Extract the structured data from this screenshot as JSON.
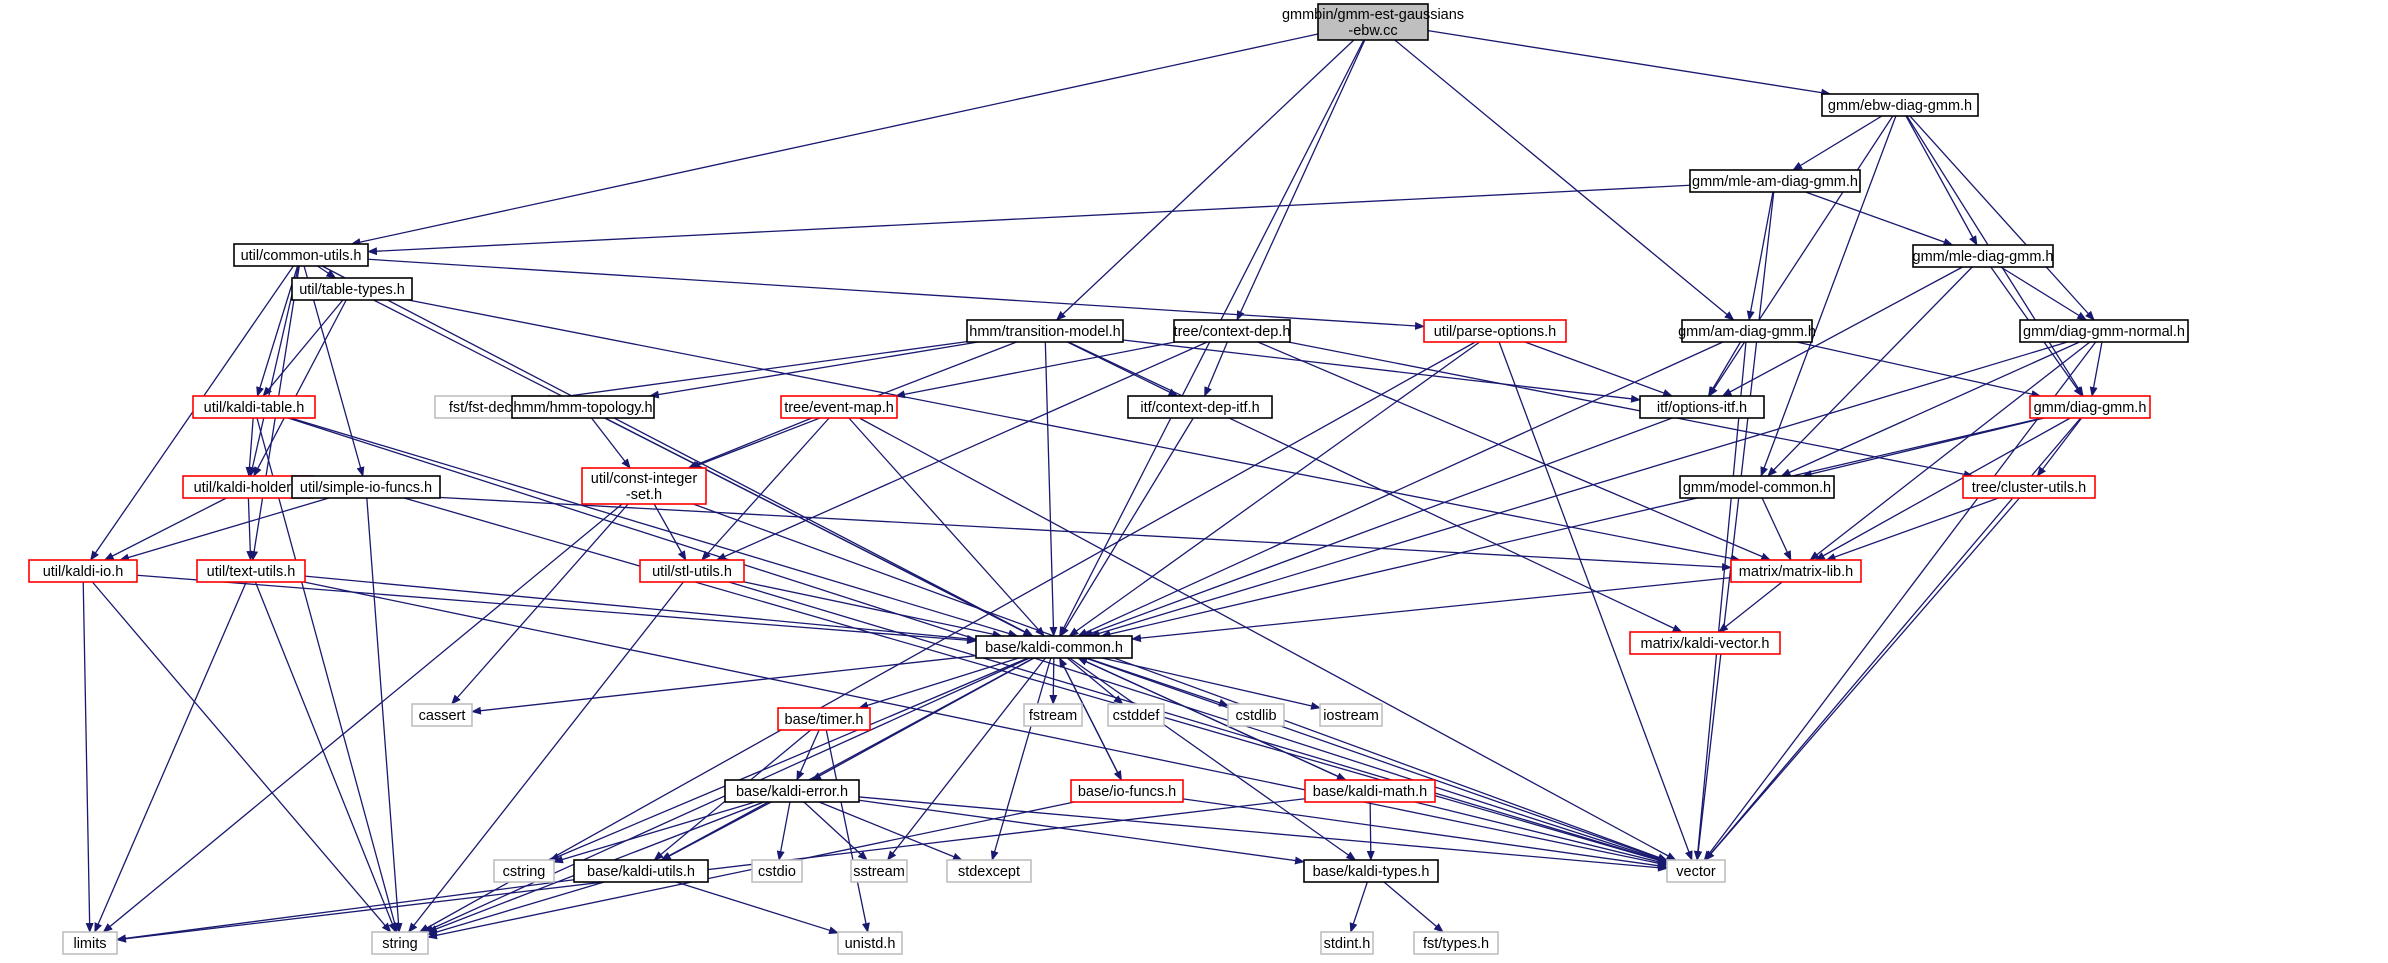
{
  "colors": {
    "edge": "#191970",
    "root_fill": "#bfbfbf",
    "border_black": "#000000",
    "border_red": "#ff0000",
    "border_gray": "#bfbfbf",
    "text": "#000000"
  },
  "nodes": [
    {
      "id": "root",
      "lines": [
        "gmmbin/gmm-est-gaussians",
        "-ebw.cc"
      ],
      "style": "root"
    },
    {
      "id": "ebw",
      "lines": [
        "gmm/ebw-diag-gmm.h"
      ],
      "style": "black"
    },
    {
      "id": "mleam",
      "lines": [
        "gmm/mle-am-diag-gmm.h"
      ],
      "style": "black"
    },
    {
      "id": "commonutils",
      "lines": [
        "util/common-utils.h"
      ],
      "style": "black"
    },
    {
      "id": "mlediag",
      "lines": [
        "gmm/mle-diag-gmm.h"
      ],
      "style": "black"
    },
    {
      "id": "tabletypes",
      "lines": [
        "util/table-types.h"
      ],
      "style": "black"
    },
    {
      "id": "transmodel",
      "lines": [
        "hmm/transition-model.h"
      ],
      "style": "black"
    },
    {
      "id": "contextdep",
      "lines": [
        "tree/context-dep.h"
      ],
      "style": "black"
    },
    {
      "id": "parseopts",
      "lines": [
        "util/parse-options.h"
      ],
      "style": "red"
    },
    {
      "id": "amdiag",
      "lines": [
        "gmm/am-diag-gmm.h"
      ],
      "style": "black"
    },
    {
      "id": "diagnormal",
      "lines": [
        "gmm/diag-gmm-normal.h"
      ],
      "style": "black"
    },
    {
      "id": "kalditable",
      "lines": [
        "util/kaldi-table.h"
      ],
      "style": "red"
    },
    {
      "id": "fstdecl",
      "lines": [
        "fst/fst-decl.h"
      ],
      "style": "gray"
    },
    {
      "id": "hmmtopo",
      "lines": [
        "hmm/hmm-topology.h"
      ],
      "style": "black"
    },
    {
      "id": "eventmap",
      "lines": [
        "tree/event-map.h"
      ],
      "style": "red"
    },
    {
      "id": "ctxdepitf",
      "lines": [
        "itf/context-dep-itf.h"
      ],
      "style": "black"
    },
    {
      "id": "optionsitf",
      "lines": [
        "itf/options-itf.h"
      ],
      "style": "black"
    },
    {
      "id": "diaggmm",
      "lines": [
        "gmm/diag-gmm.h"
      ],
      "style": "red"
    },
    {
      "id": "kaldiholder",
      "lines": [
        "util/kaldi-holder.h"
      ],
      "style": "red"
    },
    {
      "id": "simpleio",
      "lines": [
        "util/simple-io-funcs.h"
      ],
      "style": "black"
    },
    {
      "id": "constint",
      "lines": [
        "util/const-integer",
        "-set.h"
      ],
      "style": "red"
    },
    {
      "id": "modelcommon",
      "lines": [
        "gmm/model-common.h"
      ],
      "style": "black"
    },
    {
      "id": "clusterutils",
      "lines": [
        "tree/cluster-utils.h"
      ],
      "style": "red"
    },
    {
      "id": "kaldiio",
      "lines": [
        "util/kaldi-io.h"
      ],
      "style": "red"
    },
    {
      "id": "textutils",
      "lines": [
        "util/text-utils.h"
      ],
      "style": "red"
    },
    {
      "id": "stlutils",
      "lines": [
        "util/stl-utils.h"
      ],
      "style": "red"
    },
    {
      "id": "matrixlib",
      "lines": [
        "matrix/matrix-lib.h"
      ],
      "style": "red"
    },
    {
      "id": "kaldicommon",
      "lines": [
        "base/kaldi-common.h"
      ],
      "style": "black"
    },
    {
      "id": "kaldivector",
      "lines": [
        "matrix/kaldi-vector.h"
      ],
      "style": "red"
    },
    {
      "id": "cassert",
      "lines": [
        "cassert"
      ],
      "style": "gray"
    },
    {
      "id": "timer",
      "lines": [
        "base/timer.h"
      ],
      "style": "red"
    },
    {
      "id": "fstream",
      "lines": [
        "fstream"
      ],
      "style": "gray"
    },
    {
      "id": "cstddef",
      "lines": [
        "cstddef"
      ],
      "style": "gray"
    },
    {
      "id": "cstdlib",
      "lines": [
        "cstdlib"
      ],
      "style": "gray"
    },
    {
      "id": "iostream",
      "lines": [
        "iostream"
      ],
      "style": "gray"
    },
    {
      "id": "kaldierror",
      "lines": [
        "base/kaldi-error.h"
      ],
      "style": "black"
    },
    {
      "id": "iofuncs",
      "lines": [
        "base/io-funcs.h"
      ],
      "style": "red"
    },
    {
      "id": "kaldimath",
      "lines": [
        "base/kaldi-math.h"
      ],
      "style": "red"
    },
    {
      "id": "cstring",
      "lines": [
        "cstring"
      ],
      "style": "gray"
    },
    {
      "id": "kaldiutils",
      "lines": [
        "base/kaldi-utils.h"
      ],
      "style": "black"
    },
    {
      "id": "cstdio",
      "lines": [
        "cstdio"
      ],
      "style": "gray"
    },
    {
      "id": "sstream",
      "lines": [
        "sstream"
      ],
      "style": "gray"
    },
    {
      "id": "stdexcept",
      "lines": [
        "stdexcept"
      ],
      "style": "gray"
    },
    {
      "id": "kalditypes",
      "lines": [
        "base/kaldi-types.h"
      ],
      "style": "black"
    },
    {
      "id": "vector",
      "lines": [
        "vector"
      ],
      "style": "gray"
    },
    {
      "id": "limits",
      "lines": [
        "limits"
      ],
      "style": "gray"
    },
    {
      "id": "string",
      "lines": [
        "string"
      ],
      "style": "gray"
    },
    {
      "id": "unistd",
      "lines": [
        "unistd.h"
      ],
      "style": "gray"
    },
    {
      "id": "stdint",
      "lines": [
        "stdint.h"
      ],
      "style": "gray"
    },
    {
      "id": "fsttypes",
      "lines": [
        "fst/types.h"
      ],
      "style": "gray"
    }
  ],
  "edges": [
    [
      "root",
      "ebw"
    ],
    [
      "root",
      "commonutils"
    ],
    [
      "root",
      "transmodel"
    ],
    [
      "root",
      "contextdep"
    ],
    [
      "root",
      "amdiag"
    ],
    [
      "root",
      "kaldicommon"
    ],
    [
      "ebw",
      "mleam"
    ],
    [
      "ebw",
      "mlediag"
    ],
    [
      "ebw",
      "diagnormal"
    ],
    [
      "ebw",
      "diaggmm"
    ],
    [
      "ebw",
      "optionsitf"
    ],
    [
      "ebw",
      "modelcommon"
    ],
    [
      "mleam",
      "commonutils"
    ],
    [
      "mleam",
      "mlediag"
    ],
    [
      "mleam",
      "amdiag"
    ],
    [
      "mleam",
      "vector"
    ],
    [
      "mlediag",
      "diagnormal"
    ],
    [
      "mlediag",
      "diaggmm"
    ],
    [
      "mlediag",
      "optionsitf"
    ],
    [
      "mlediag",
      "modelcommon"
    ],
    [
      "commonutils",
      "tabletypes"
    ],
    [
      "commonutils",
      "kalditable"
    ],
    [
      "commonutils",
      "kaldiholder"
    ],
    [
      "commonutils",
      "kaldiio"
    ],
    [
      "commonutils",
      "textutils"
    ],
    [
      "commonutils",
      "simpleio"
    ],
    [
      "commonutils",
      "parseopts"
    ],
    [
      "commonutils",
      "kaldicommon"
    ],
    [
      "tabletypes",
      "kalditable"
    ],
    [
      "tabletypes",
      "kaldiholder"
    ],
    [
      "tabletypes",
      "kaldicommon"
    ],
    [
      "tabletypes",
      "matrixlib"
    ],
    [
      "transmodel",
      "fstdecl"
    ],
    [
      "transmodel",
      "hmmtopo"
    ],
    [
      "transmodel",
      "ctxdepitf"
    ],
    [
      "transmodel",
      "constint"
    ],
    [
      "transmodel",
      "kaldicommon"
    ],
    [
      "transmodel",
      "kaldivector"
    ],
    [
      "transmodel",
      "optionsitf"
    ],
    [
      "contextdep",
      "eventmap"
    ],
    [
      "contextdep",
      "ctxdepitf"
    ],
    [
      "contextdep",
      "matrixlib"
    ],
    [
      "contextdep",
      "clusterutils"
    ],
    [
      "contextdep",
      "stlutils"
    ],
    [
      "parseopts",
      "optionsitf"
    ],
    [
      "parseopts",
      "kaldicommon"
    ],
    [
      "parseopts",
      "vector"
    ],
    [
      "parseopts",
      "string"
    ],
    [
      "amdiag",
      "diaggmm"
    ],
    [
      "amdiag",
      "optionsitf"
    ],
    [
      "amdiag",
      "kaldicommon"
    ],
    [
      "amdiag",
      "vector"
    ],
    [
      "diagnormal",
      "diaggmm"
    ],
    [
      "diagnormal",
      "modelcommon"
    ],
    [
      "diagnormal",
      "kaldicommon"
    ],
    [
      "diagnormal",
      "matrixlib"
    ],
    [
      "diagnormal",
      "vector"
    ],
    [
      "kalditable",
      "kaldiholder"
    ],
    [
      "kalditable",
      "kaldicommon"
    ],
    [
      "kalditable",
      "string"
    ],
    [
      "kalditable",
      "vector"
    ],
    [
      "hmmtopo",
      "constint"
    ],
    [
      "hmmtopo",
      "kaldicommon"
    ],
    [
      "eventmap",
      "constint"
    ],
    [
      "eventmap",
      "stlutils"
    ],
    [
      "eventmap",
      "kaldicommon"
    ],
    [
      "eventmap",
      "vector"
    ],
    [
      "ctxdepitf",
      "kaldicommon"
    ],
    [
      "optionsitf",
      "kaldicommon"
    ],
    [
      "diaggmm",
      "modelcommon"
    ],
    [
      "diaggmm",
      "clusterutils"
    ],
    [
      "diaggmm",
      "matrixlib"
    ],
    [
      "diaggmm",
      "kaldicommon"
    ],
    [
      "diaggmm",
      "vector"
    ],
    [
      "kaldiholder",
      "kaldiio"
    ],
    [
      "kaldiholder",
      "textutils"
    ],
    [
      "kaldiholder",
      "matrixlib"
    ],
    [
      "simpleio",
      "kaldiio"
    ],
    [
      "simpleio",
      "string"
    ],
    [
      "simpleio",
      "vector"
    ],
    [
      "constint",
      "stlutils"
    ],
    [
      "constint",
      "cassert"
    ],
    [
      "constint",
      "limits"
    ],
    [
      "constint",
      "vector"
    ],
    [
      "modelcommon",
      "matrixlib"
    ],
    [
      "clusterutils",
      "matrixlib"
    ],
    [
      "clusterutils",
      "vector"
    ],
    [
      "kaldiio",
      "kaldicommon"
    ],
    [
      "kaldiio",
      "limits"
    ],
    [
      "kaldiio",
      "string"
    ],
    [
      "textutils",
      "kaldicommon"
    ],
    [
      "textutils",
      "limits"
    ],
    [
      "textutils",
      "string"
    ],
    [
      "textutils",
      "vector"
    ],
    [
      "stlutils",
      "kaldicommon"
    ],
    [
      "stlutils",
      "string"
    ],
    [
      "stlutils",
      "vector"
    ],
    [
      "matrixlib",
      "kaldicommon"
    ],
    [
      "matrixlib",
      "kaldivector"
    ],
    [
      "kaldicommon",
      "cassert"
    ],
    [
      "kaldicommon",
      "timer"
    ],
    [
      "kaldicommon",
      "fstream"
    ],
    [
      "kaldicommon",
      "cstddef"
    ],
    [
      "kaldicommon",
      "cstdlib"
    ],
    [
      "kaldicommon",
      "iostream"
    ],
    [
      "kaldicommon",
      "kaldierror"
    ],
    [
      "kaldicommon",
      "iofuncs"
    ],
    [
      "kaldicommon",
      "kaldimath"
    ],
    [
      "kaldicommon",
      "cstring"
    ],
    [
      "kaldicommon",
      "kaldiutils"
    ],
    [
      "kaldicommon",
      "sstream"
    ],
    [
      "kaldicommon",
      "stdexcept"
    ],
    [
      "kaldicommon",
      "kalditypes"
    ],
    [
      "kaldicommon",
      "vector"
    ],
    [
      "kaldicommon",
      "string"
    ],
    [
      "timer",
      "kaldierror"
    ],
    [
      "timer",
      "kaldiutils"
    ],
    [
      "timer",
      "unistd"
    ],
    [
      "kaldierror",
      "cstring"
    ],
    [
      "kaldierror",
      "kaldiutils"
    ],
    [
      "kaldierror",
      "cstdio"
    ],
    [
      "kaldierror",
      "sstream"
    ],
    [
      "kaldierror",
      "stdexcept"
    ],
    [
      "kaldierror",
      "kalditypes"
    ],
    [
      "kaldierror",
      "vector"
    ],
    [
      "kaldierror",
      "string"
    ],
    [
      "iofuncs",
      "kaldicommon"
    ],
    [
      "iofuncs",
      "string"
    ],
    [
      "iofuncs",
      "vector"
    ],
    [
      "kaldimath",
      "kaldicommon"
    ],
    [
      "kaldimath",
      "kalditypes"
    ],
    [
      "kaldimath",
      "vector"
    ],
    [
      "kaldimath",
      "limits"
    ],
    [
      "kaldiutils",
      "limits"
    ],
    [
      "kaldiutils",
      "string"
    ],
    [
      "kaldiutils",
      "unistd"
    ],
    [
      "kalditypes",
      "stdint"
    ],
    [
      "kalditypes",
      "fsttypes"
    ]
  ]
}
